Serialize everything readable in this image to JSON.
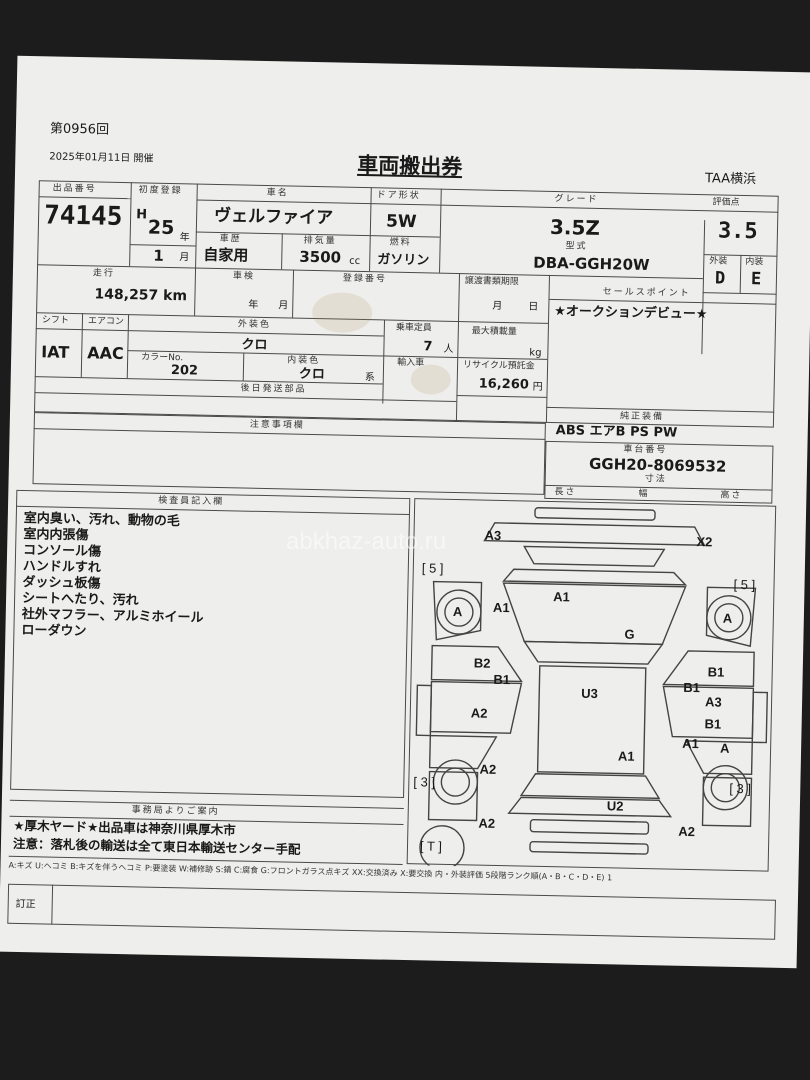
{
  "header": {
    "session": "第0956回",
    "date": "2025年01月11日 開催",
    "title": "車両搬出券",
    "auction": "TAA横浜"
  },
  "vehicle": {
    "lot_label": "出品番号",
    "lot_number": "74145",
    "first_reg_label": "初度登録",
    "era": "H",
    "year": "25",
    "year_unit": "年",
    "month": "1",
    "month_unit": "月",
    "name_label": "車名",
    "name": "ヴェルファイア",
    "history_label": "車歴",
    "history": "自家用",
    "displacement_label": "排気量",
    "displacement": "3500",
    "displacement_unit": "cc",
    "door_label": "ドア形状",
    "door": "5W",
    "fuel_label": "燃料",
    "fuel": "ガソリン",
    "grade_label": "グレード",
    "grade": "3.5Z",
    "model_label": "型式",
    "model": "DBA-GGH20W",
    "score_label": "評価点",
    "score": "3.5",
    "ext_label": "外装",
    "ext_grade": "D",
    "int_label": "内装",
    "int_grade": "E",
    "mileage_label": "走行",
    "mileage": "148,257 km",
    "inspection_label": "車検",
    "inspection_year": "年",
    "inspection_month": "月",
    "reg_number_label": "登録番号",
    "transfer_label": "譲渡書類期限",
    "transfer_month": "月",
    "transfer_day": "日",
    "shift_label": "シフト",
    "shift": "IAT",
    "ac_label": "エアコン",
    "ac": "AAC",
    "ext_color_label": "外装色",
    "ext_color": "クロ",
    "capacity_label": "乗車定員",
    "capacity": "7",
    "capacity_unit": "人",
    "load_label": "最大積載量",
    "load_unit": "kg",
    "color_no_label": "カラーNo.",
    "color_no": "202",
    "int_color_label": "内装色",
    "int_color": "クロ",
    "int_color_unit": "系",
    "import_label": "輸入車",
    "recycle_label": "リサイクル預託金",
    "recycle": "16,260",
    "recycle_unit": "円",
    "later_parts_label": "後日発送部品",
    "caution_label": "注意事項欄"
  },
  "sales": {
    "label": "セールスポイント",
    "point": "★オークションデビュー★",
    "equipment_label": "純正装備",
    "equipment": "ABS エアB PS PW",
    "chassis_label": "車台番号",
    "chassis": "GGH20-8069532",
    "dimensions_label": "寸法",
    "length_label": "長さ",
    "width_label": "幅",
    "height_label": "高さ"
  },
  "inspector": {
    "label": "検査員記入欄",
    "notes": [
      "室内臭い、汚れ、動物の毛",
      "室内内張傷",
      "コンソール傷",
      "ハンドルすれ",
      "ダッシュ板傷",
      "シートへたり、汚れ",
      "社外マフラー、アルミホイール",
      "ローダウン"
    ]
  },
  "office": {
    "label": "事務局よりご案内",
    "line1": "★厚木ヤード★出品車は神奈川県厚木市",
    "line2": "注意：落札後の輸送は全て東日本輸送センター手配"
  },
  "diagram": {
    "marks": {
      "a3_top": "A3",
      "x2_top": "X2",
      "bracket_l": "[ 5 ]",
      "bracket_r": "[ 5 ]",
      "a_fl": "A",
      "a_fr": "A",
      "a1_hood_l": "A1",
      "a1_hood": "A1",
      "g_glass": "G",
      "b2_l": "B2",
      "b1_l": "B1",
      "b1_r": "B1",
      "b1_r2": "B1",
      "a3_r": "A3",
      "b1_r3": "B1",
      "u3_roof": "U3",
      "a2_l": "A2",
      "a1_r": "A1",
      "a_rr": "A",
      "a1_rear": "A1",
      "a2_rl": "A2",
      "bracket3_l": "[ 3 ]",
      "bracket3_r": "[ 3 ]",
      "u2_rear": "U2",
      "a2_bl": "A2",
      "a2_br": "A2",
      "t_spare": "[ T ]"
    }
  },
  "legend": "A:キズ U:ヘコミ B:キズを伴うヘコミ P:要塗装 W:補修跡 S:錆 C:腐食 G:フロントガラス点キズ XX:交換済み X:要交換 内・外装評価 5段階ランク順(A・B・C・D・E) 1",
  "correction_label": "訂正",
  "watermark": "abkhaz-auto.ru"
}
